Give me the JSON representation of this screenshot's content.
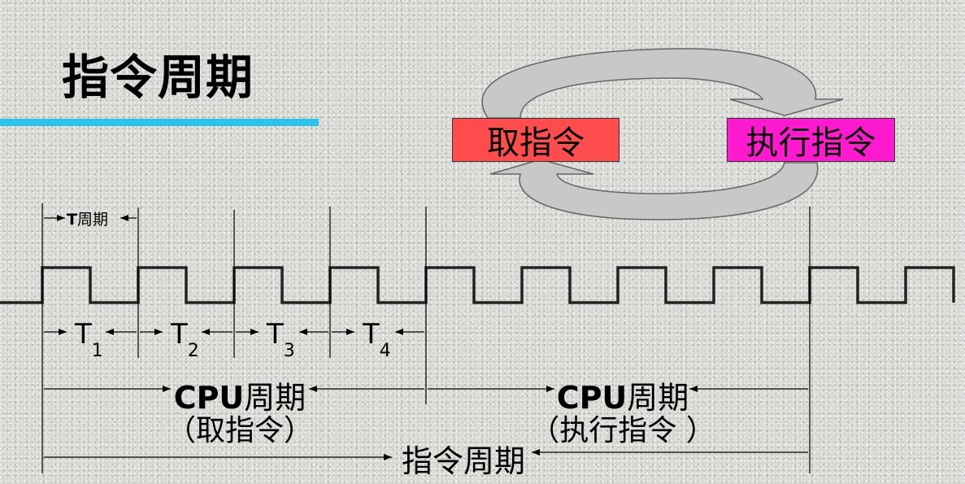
{
  "title": "指令周期",
  "cycle": {
    "fetch_label": "取指令",
    "execute_label": "执行指令",
    "colors": {
      "fetch": "#ff4d4d",
      "execute": "#ff1ad0",
      "arrow": "#c8c8c8"
    }
  },
  "timing": {
    "t_period_prefix": "T",
    "t_period_suffix": "周期",
    "states": [
      {
        "label": "T",
        "sub": "1"
      },
      {
        "label": "T",
        "sub": "2"
      },
      {
        "label": "T",
        "sub": "3"
      },
      {
        "label": "T",
        "sub": "4"
      }
    ],
    "clock_cycles_shown": 10
  },
  "cpu_cycles": [
    {
      "label_bold": "CPU",
      "label_rest": "周期",
      "sub": "（取指令）"
    },
    {
      "label_bold": "CPU",
      "label_rest": "周期",
      "sub": "（执行指令 ）"
    }
  ],
  "instruction_cycle_label": "指令周期",
  "accent_color": "#2bc3ec"
}
